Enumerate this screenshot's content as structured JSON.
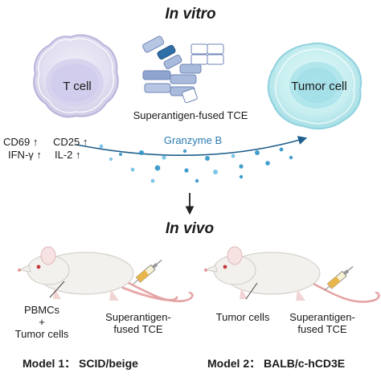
{
  "headings": {
    "in_vitro": "In vitro",
    "in_vivo": "In vivo"
  },
  "cells": {
    "t_cell": "T cell",
    "tumor_cell": "Tumor cell"
  },
  "tce_label": "Superantigen-fused TCE",
  "granzyme_label": "Granzyme B",
  "markers": {
    "cd69": "CD69 ↑",
    "cd25": "CD25 ↑",
    "ifng": "IFN-γ ↑",
    "il2": "IL-2 ↑"
  },
  "model1": {
    "injection_left": "PBMCs\n+\nTumor cells",
    "injection_right": "Superantigen-\nfused TCE",
    "label": "Model 1： SCID/beige"
  },
  "model2": {
    "injection_left": "Tumor cells",
    "injection_right": "Superantigen-\nfused TCE",
    "label": "Model 2： BALB/c-hCD3E"
  },
  "colors": {
    "t_cell_fill": "#e4e3f2",
    "t_cell_nucleus": "#d8d4ef",
    "tumor_fill": "#c4eef0",
    "tumor_nucleus": "#9ddde6",
    "tce_domain": "#a9bbdc",
    "tce_accent": "#2f6fa8",
    "granzyme": "#2e93c8",
    "mouse_body": "#f3f1ee",
    "mouse_tail": "#e8a9a9"
  }
}
